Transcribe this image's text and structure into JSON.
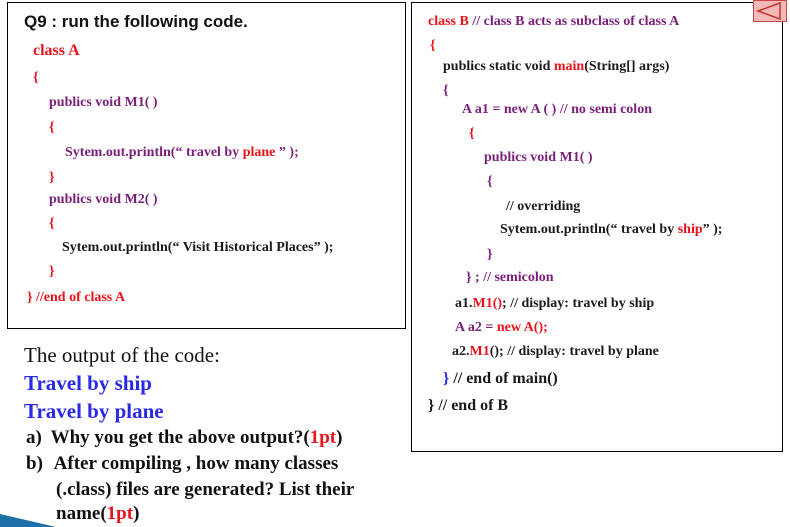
{
  "question_title": "Q9 : run the following code.",
  "class_a": {
    "decl": "class A",
    "open_brace": "{",
    "m1_decl": "publics  void M1( )",
    "m1_open": "{",
    "m1_stmt_prefix": "Sytem.out.println(“ travel  by ",
    "m1_stmt_word": "plane",
    "m1_stmt_suffix": " ” );",
    "m1_close": "}",
    "m2_decl": "publics  void M2( )",
    "m2_open": "{",
    "m2_stmt": "Sytem.out.println(“ Visit  Historical Places” );",
    "m2_close": "}",
    "end_brace": "}",
    "end_comment": "  //end of class A"
  },
  "class_b": {
    "decl": "class B",
    "decl_comment": "  // class B acts as subclass of class A",
    "open_brace": "{",
    "main_prefix": "publics static void ",
    "main_word": "main",
    "main_suffix": "(String[] args)",
    "main_open": "{",
    "a1_decl": "A  a1   = new  A ( )  // no semi colon",
    "anon_open": "{",
    "m1_decl": "publics  void M1( )",
    "m1_open": "{",
    "override_comment": "// overriding",
    "print_prefix": "Sytem.out.println(“ travel  by ",
    "print_word": "ship",
    "print_suffix": "” );",
    "m1_close": "}",
    "anon_close": "} ;",
    "anon_close_comment": "  // semicolon",
    "a1_call_obj": "a1.",
    "a1_call_method": "M1()",
    "a1_call_comment": ";  // display:  travel by ship",
    "a2_decl_type": "A  a2 = ",
    "a2_decl_new": "new A();",
    "a2_call_obj": "a2.",
    "a2_call_method": "M1",
    "a2_call_comment": "();  // display: travel by plane",
    "main_close": "}",
    "main_close_comment": "  // end of  main()",
    "class_close": "}",
    "class_close_comment": "  // end of B"
  },
  "output": {
    "label": "The output of the code:",
    "line1": "Travel  by ship",
    "line2": "Travel by plane"
  },
  "questions": [
    {
      "marker": "a)",
      "text": "Why you get the above output?(",
      "points": "1pt",
      "close": ")"
    },
    {
      "marker": "b)",
      "text": "After compiling , how many classes",
      "text2": "(.class) files are generated? List their",
      "text3": "name(",
      "points": "1pt",
      "close": ")"
    }
  ],
  "colors": {
    "keyword_red": "#e8141a",
    "code_purple": "#7b1f7a",
    "output_blue": "#2a2ae6"
  },
  "icons": {
    "corner": "back-arrow-icon"
  }
}
